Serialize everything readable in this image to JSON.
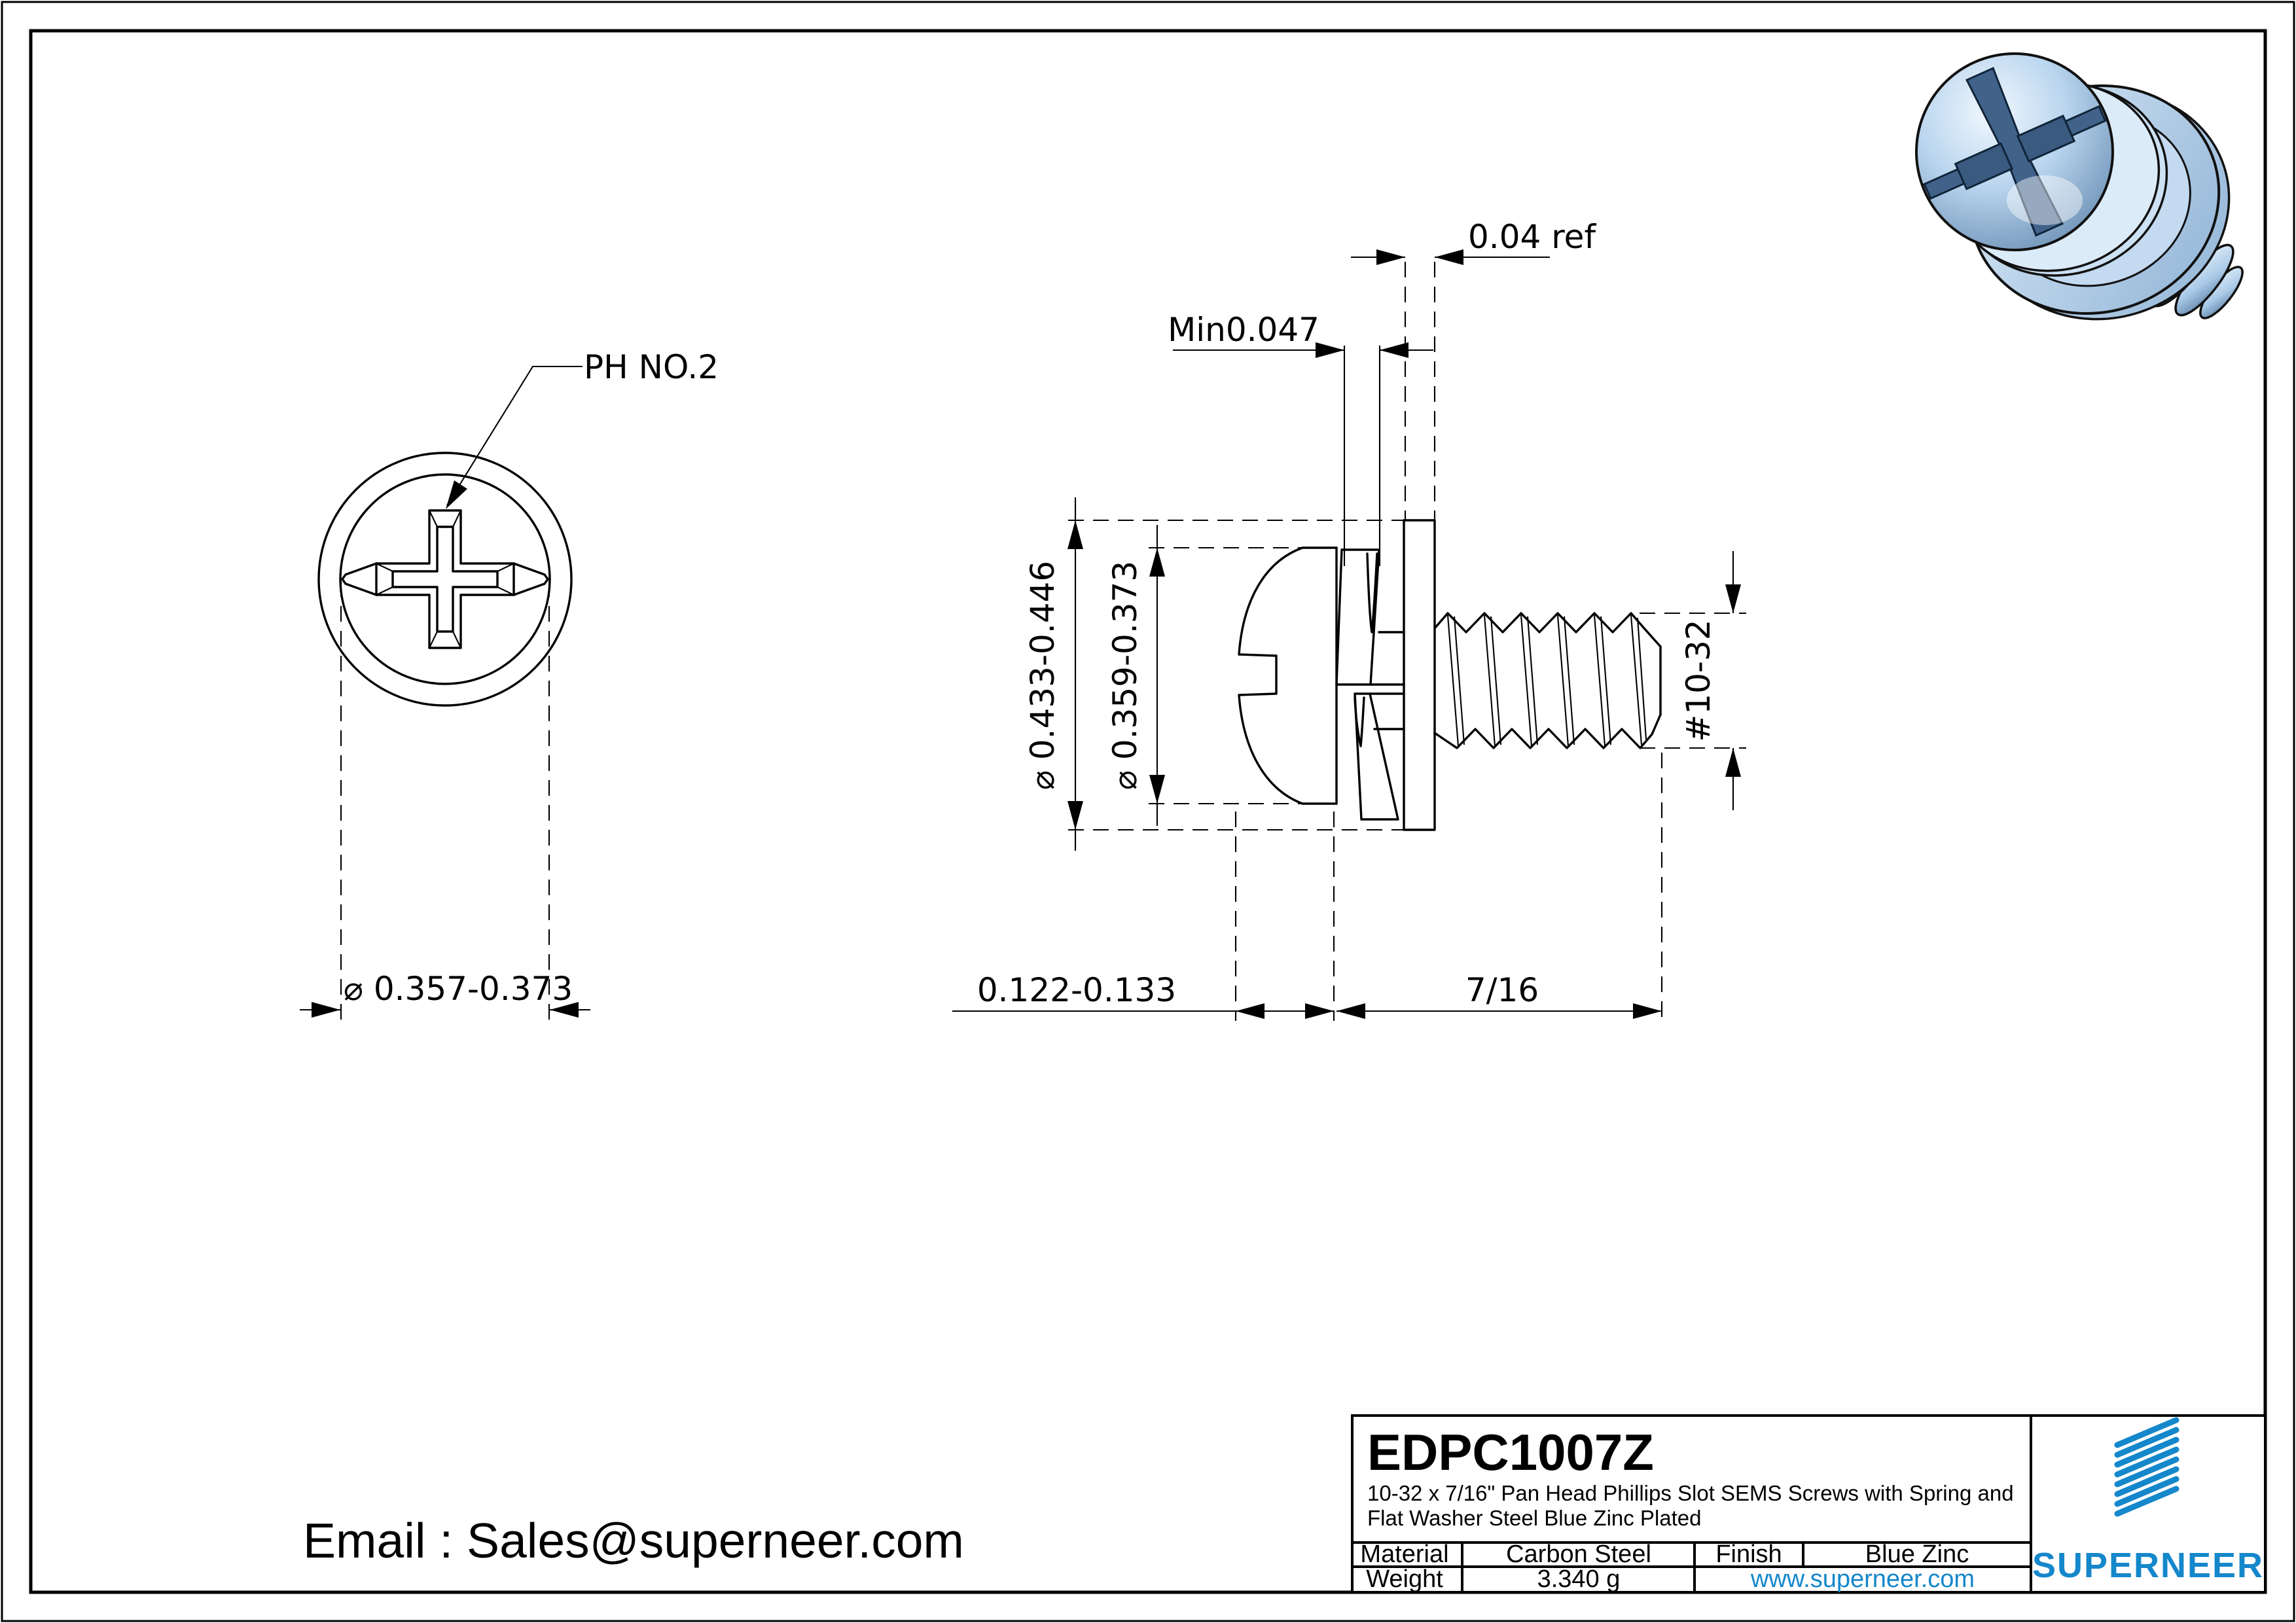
{
  "colors": {
    "brand_blue": "#1587cb",
    "link_blue": "#1b7fd0",
    "line_black": "#000000",
    "paper_white": "#ffffff",
    "screw_light": "#eaf4fd",
    "screw_mid": "#a9c9e7",
    "screw_dark": "#4f759c"
  },
  "front_view": {
    "drive_callout": "PH NO.2",
    "head_diameter": "⌀ 0.357-0.373"
  },
  "side_view": {
    "washer_thickness_ref": "0.04 ref",
    "spring_washer_min": "Min0.047",
    "washer_od": "⌀ 0.433-0.446",
    "head_od": "⌀ 0.359-0.373",
    "head_height": "0.122-0.133",
    "thread_size": "#10-32",
    "thread_length": "7/16"
  },
  "title_block": {
    "part_number": "EDPC1007Z",
    "description_line1": "10-32 x 7/16\" Pan Head Phillips Slot SEMS Screws with Spring and",
    "description_line2": "Flat Washer Steel Blue Zinc Plated",
    "material_label": "Material",
    "material_value": "Carbon Steel",
    "finish_label": "Finish",
    "finish_value": "Blue Zinc",
    "weight_label": "Weight",
    "weight_value": "3.340 g",
    "website": "www.superneer.com"
  },
  "brand": {
    "name": "SUPERNEER",
    "logo": "diagonal-stripes-icon"
  },
  "contact": {
    "email_line": "Email : Sales@superneer.com"
  }
}
